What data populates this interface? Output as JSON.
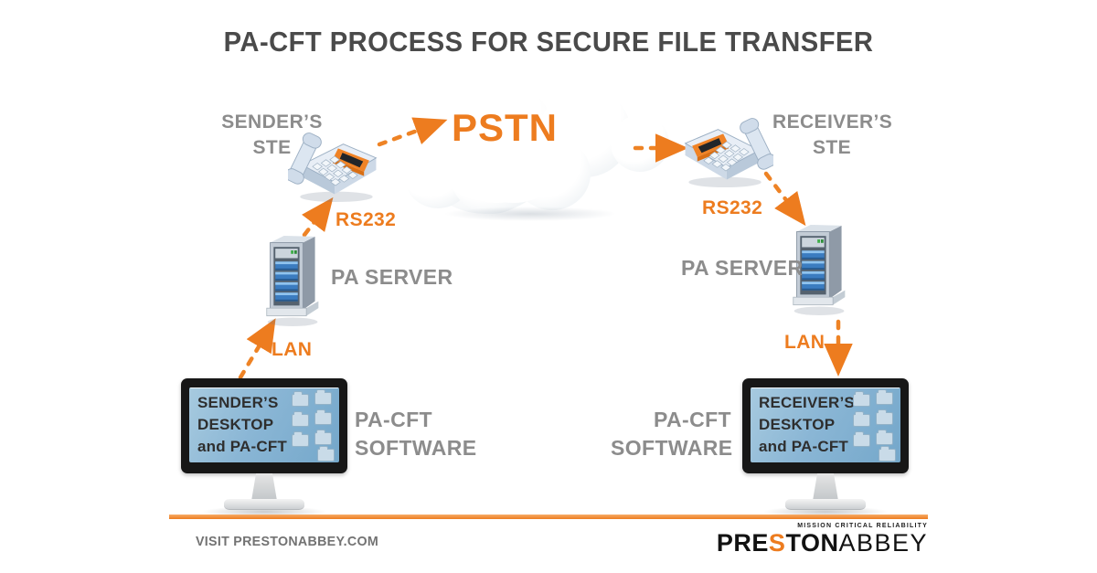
{
  "title": "PA-CFT PROCESS FOR SECURE FILE TRANSFER",
  "colors": {
    "accent_orange": "#ED7C1F",
    "label_gray": "#8C8C8C",
    "title_gray": "#4A4A4A",
    "screen_blue": "#7FB2D3",
    "rule_orange": "#F2954E"
  },
  "cloud": {
    "label": "PSTN"
  },
  "sender": {
    "ste": {
      "line1": "SENDER’S",
      "line2": "STE"
    },
    "rs232_label": "RS232",
    "server_label": "PA SERVER",
    "lan_label": "LAN",
    "desktop": {
      "screen_line1": "SENDER’S",
      "screen_line2": "DESKTOP",
      "screen_line3": "and PA-CFT"
    },
    "software": {
      "line1": "PA-CFT",
      "line2": "SOFTWARE"
    }
  },
  "receiver": {
    "ste": {
      "line1": "RECEIVER’S",
      "line2": "STE"
    },
    "rs232_label": "RS232",
    "server_label": "PA SERVER",
    "lan_label": "LAN",
    "desktop": {
      "screen_line1": "RECEIVER’S",
      "screen_line2": "DESKTOP",
      "screen_line3": "and PA-CFT"
    },
    "software": {
      "line1": "PA-CFT",
      "line2": "SOFTWARE"
    }
  },
  "footer": {
    "visit_text": "VISIT PRESTONABBEY.COM",
    "logo": {
      "tagline": "MISSION CRITICAL RELIABILITY",
      "part_pre": "PRE",
      "part_s": "S",
      "part_ton": "TON",
      "part_abbey": "ABBEY"
    }
  }
}
